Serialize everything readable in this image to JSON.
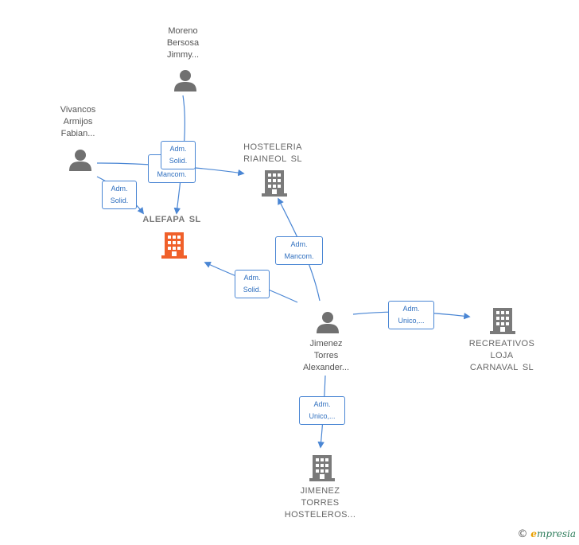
{
  "colors": {
    "edge": "#4a86d4",
    "person_icon": "#707070",
    "company_icon": "#7a7a7a",
    "main_company_icon": "#f0602a"
  },
  "nodes": {
    "moreno": {
      "label": "Moreno\nBersosa\nJimmy...",
      "icon": "person-icon"
    },
    "vivancos": {
      "label": "Vivancos\nArmijos\nFabian...",
      "icon": "person-icon"
    },
    "alefapa": {
      "label": "ALEFAPA SL",
      "icon": "building-icon"
    },
    "hosteleria": {
      "label": "HOSTELERIA\nRIAINEOL SL",
      "icon": "building-icon"
    },
    "jimenez": {
      "label": "Jimenez\nTorres\nAlexander...",
      "icon": "person-icon"
    },
    "recreativos": {
      "label": "RECREATIVOS\nLOJA\nCARNAVAL SL",
      "icon": "building-icon"
    },
    "hosteleros": {
      "label": "JIMENEZ\nTORRES\nHOSTELEROS...",
      "icon": "building-icon"
    }
  },
  "edges": {
    "moreno_alefapa": "Adm.\nSolid.",
    "vivancos_hosteleria": "Adm.\nMancom.",
    "vivancos_alefapa": "Adm.\nSolid.",
    "jimenez_hosteleria": "Adm.\nMancom.",
    "jimenez_alefapa": "Adm.\nSolid.",
    "jimenez_recreativos": "Adm.\nUnico,...",
    "jimenez_hosteleros": "Adm.\nUnico,..."
  },
  "watermark": {
    "copyright": "©",
    "brand_initial": "e",
    "brand_rest": "mpresia"
  }
}
